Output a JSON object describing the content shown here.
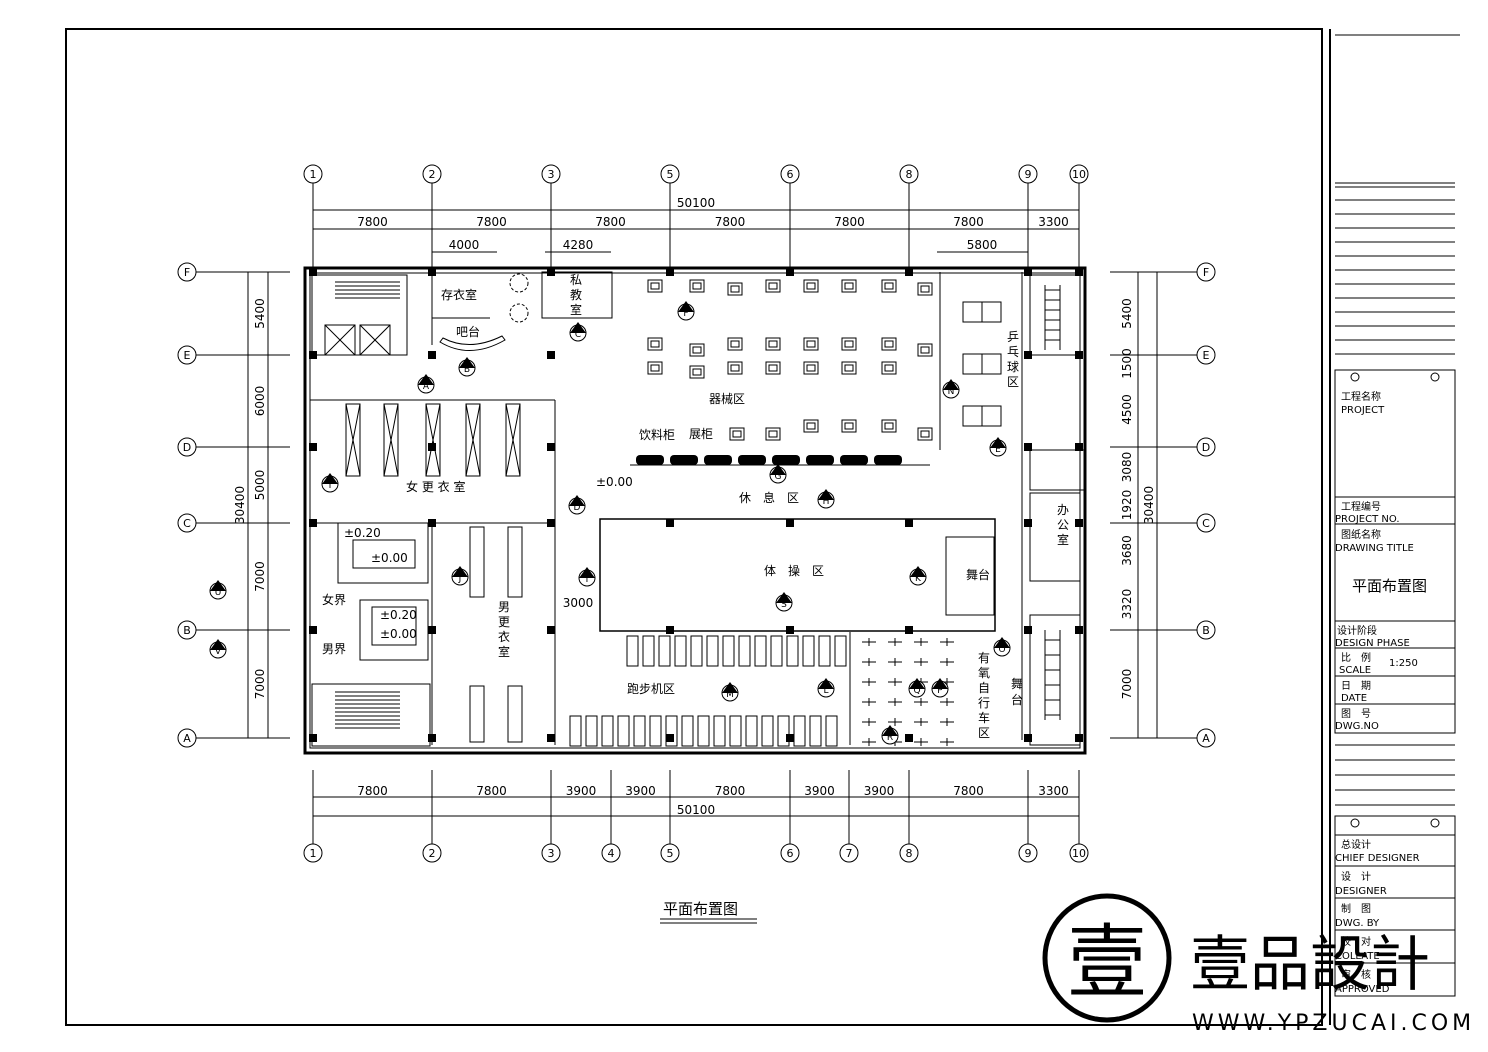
{
  "sheet_title": "平面布置图",
  "axes": {
    "columns_top": [
      "1",
      "2",
      "3",
      "5",
      "6",
      "8",
      "9",
      "10"
    ],
    "columns_bottom": [
      "1",
      "2",
      "3",
      "4",
      "5",
      "6",
      "7",
      "8",
      "9",
      "10"
    ],
    "rows": [
      "F",
      "E",
      "D",
      "C",
      "B",
      "A"
    ]
  },
  "dimensions": {
    "top_total": "50100",
    "top_segments": [
      "7800",
      "7800",
      "7800",
      "7800",
      "7800",
      "7800",
      "3300"
    ],
    "top_sub": [
      "4000",
      "4280",
      "5800"
    ],
    "bottom_total": "50100",
    "bottom_segments": [
      "7800",
      "7800",
      "3900",
      "3900",
      "7800",
      "3900",
      "3900",
      "7800",
      "3300"
    ],
    "left_total": "30400",
    "left_segments": [
      "5400",
      "6000",
      "5000",
      "7000",
      "7000"
    ],
    "right_total": "30400",
    "right_segments": [
      "5400",
      "1500",
      "4500",
      "3080",
      "1920",
      "3680",
      "3320",
      "7000"
    ],
    "interior": "3000"
  },
  "rooms": {
    "storage": "存衣室",
    "bar": "吧台",
    "private_1": "私",
    "private_2": "教",
    "private_3": "室",
    "equipment": "器械区",
    "pingpong": [
      "乒",
      "乓",
      "球",
      "区"
    ],
    "drinks": "饮料柜",
    "display": "展柜",
    "rest": "休　息　区",
    "female_locker": "女 更 衣 室",
    "male_locker": [
      "男",
      "更",
      "衣",
      "室"
    ],
    "gym": "体　操　区",
    "stage": "舞台",
    "stage2": [
      "舞",
      "台"
    ],
    "treadmill": "跑步机区",
    "cycling": [
      "有",
      "氧",
      "自",
      "行",
      "车",
      "区"
    ],
    "office": [
      "办",
      "公",
      "室"
    ],
    "women_wc": "女界",
    "men_wc": "男界"
  },
  "levels": {
    "l1": "±0.00",
    "l2": "±0.20",
    "l3": "±0.00",
    "l4": "±0.20",
    "l5": "±0.00"
  },
  "markers": [
    "A",
    "B",
    "C",
    "D",
    "E",
    "F",
    "G",
    "H",
    "I",
    "J",
    "K",
    "L",
    "M",
    "N",
    "O",
    "P",
    "Q",
    "R",
    "S",
    "T",
    "U",
    "V"
  ],
  "title_block": {
    "project_cn": "工程名称",
    "project_en": "PROJECT",
    "project_no_cn": "工程编号",
    "project_no_en": "PROJECT NO.",
    "drawing_title_cn": "图纸名称",
    "drawing_title_en": "DRAWING TITLE",
    "drawing_name": "平面布置图",
    "phase_cn": "设计阶段",
    "phase_en": "DESIGN PHASE",
    "scale_cn": "比　例",
    "scale_en": "SCALE",
    "scale_value": "1:250",
    "date_cn": "日　期",
    "date_en": "DATE",
    "dwgno_cn": "图　号",
    "dwgno_en": "DWG.NO",
    "chief_cn": "总设计",
    "chief_en": "CHIEF DESIGNER",
    "designer_cn": "设　计",
    "designer_en": "DESIGNER",
    "drawn_cn": "制　图",
    "drawn_en": "DWG. BY",
    "collate_cn": "校　对",
    "collate_en": "COLLATE",
    "approved_cn": "审　核",
    "approved_en": "APPROVED"
  },
  "watermark": {
    "logo_char": "壹",
    "brand": "壹品設計",
    "url": "WWW.YPZUCAI.COM"
  }
}
